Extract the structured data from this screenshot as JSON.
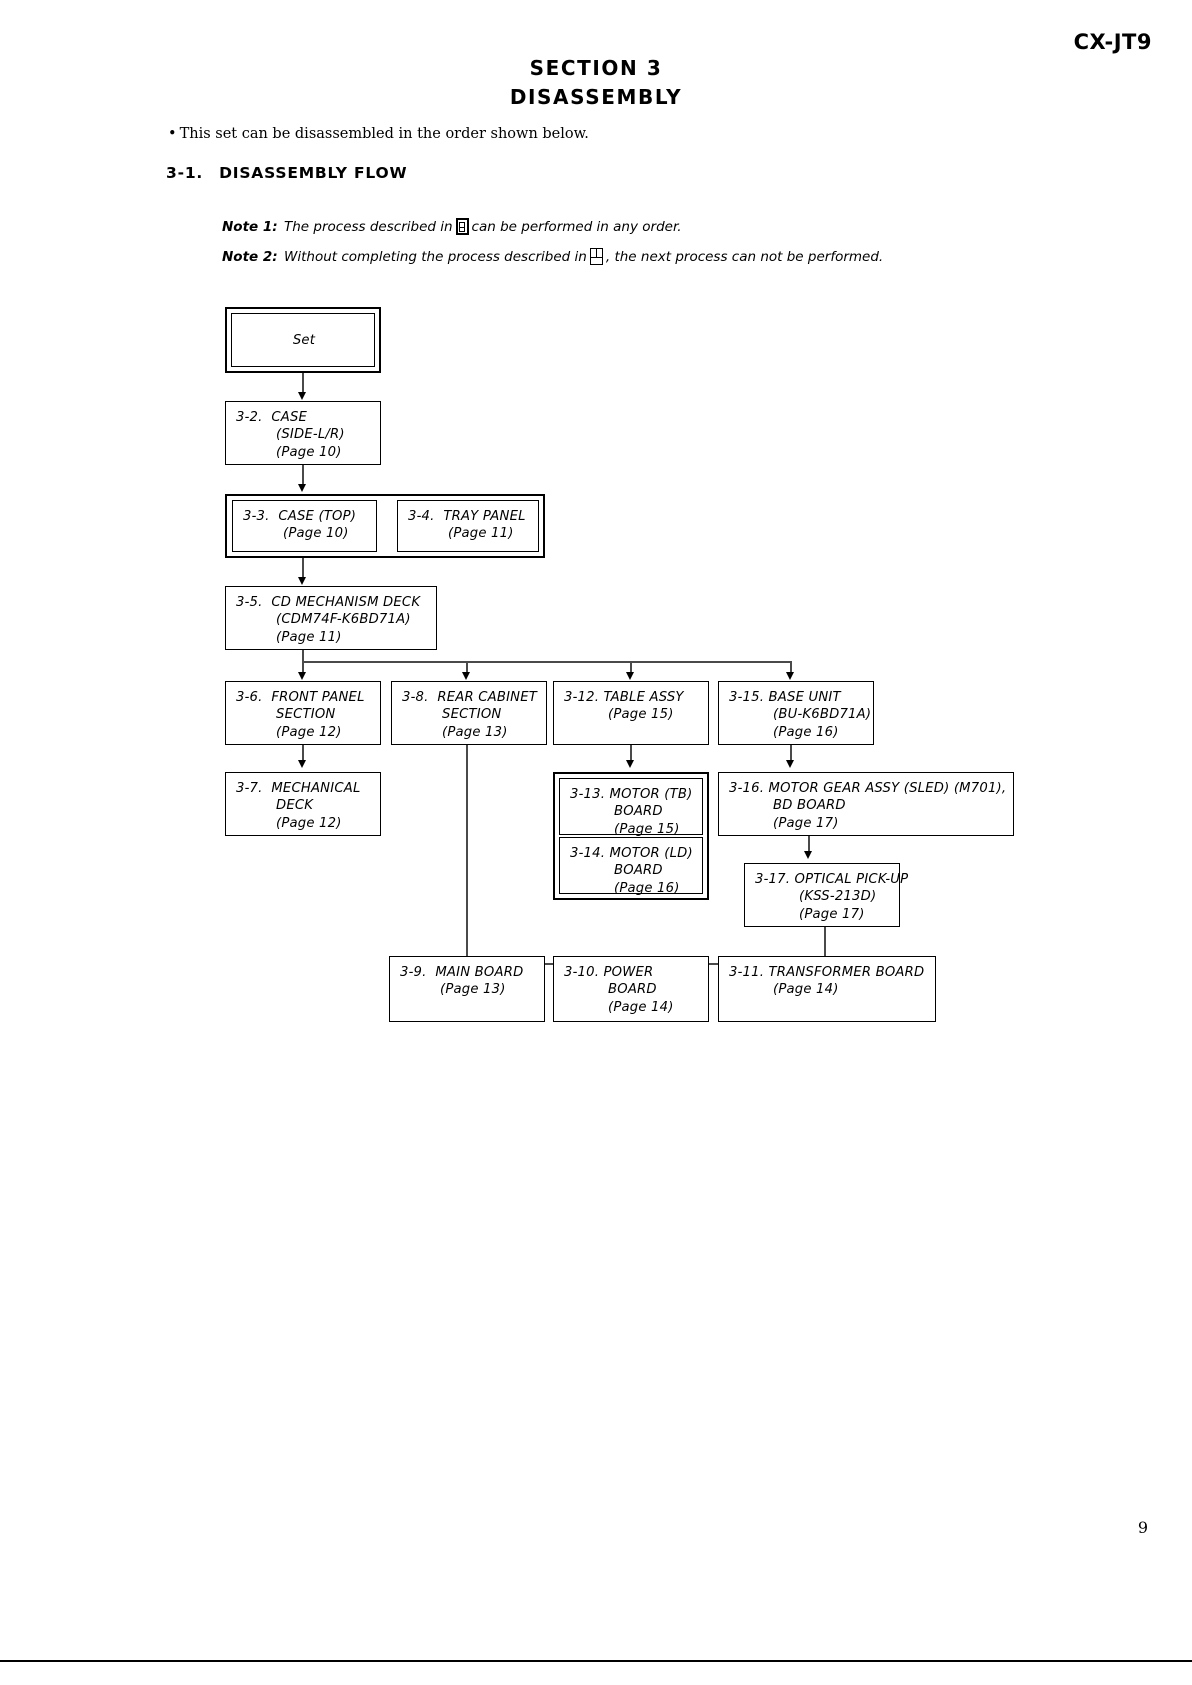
{
  "header": {
    "model_no": "CX-JT9",
    "section_line1": "SECTION 3",
    "section_line2": "DISASSEMBLY",
    "intro": "This set can be disassembled in the order shown below.",
    "subsection_number": "3-1.",
    "subsection_title": "DISASSEMBLY FLOW"
  },
  "notes": [
    {
      "label": "Note 1:",
      "text_before": "The process described in",
      "icon": "any-order-icon",
      "text_after": "can be performed in any order."
    },
    {
      "label": "Note 2:",
      "text_before": "Without completing the process described in",
      "icon": "sequential-icon",
      "text_after": ", the next process can not be performed."
    }
  ],
  "flow": {
    "set": {
      "title": "Set"
    },
    "n32": {
      "num": "3-2.",
      "name": "CASE",
      "detail": "(SIDE-L/R)",
      "page": "(Page 10)"
    },
    "n33": {
      "num": "3-3.",
      "name": "CASE (TOP)",
      "page": "(Page 10)"
    },
    "n34": {
      "num": "3-4.",
      "name": "TRAY PANEL",
      "page": "(Page 11)"
    },
    "n35": {
      "num": "3-5.",
      "name": "CD MECHANISM DECK",
      "detail": "(CDM74F-K6BD71A)",
      "page": "(Page 11)"
    },
    "n36": {
      "num": "3-6.",
      "name": "FRONT PANEL",
      "detail": "SECTION",
      "page": "(Page 12)"
    },
    "n37": {
      "num": "3-7.",
      "name": "MECHANICAL",
      "detail": "DECK",
      "page": "(Page 12)"
    },
    "n38": {
      "num": "3-8.",
      "name": "REAR CABINET",
      "detail": "SECTION",
      "page": "(Page 13)"
    },
    "n39": {
      "num": "3-9.",
      "name": "MAIN BOARD",
      "page": "(Page 13)"
    },
    "n310": {
      "num": "3-10.",
      "name": "POWER",
      "detail": "BOARD",
      "page": "(Page 14)"
    },
    "n311": {
      "num": "3-11.",
      "name": "TRANSFORMER BOARD",
      "page": "(Page 14)"
    },
    "n312": {
      "num": "3-12.",
      "name": "TABLE ASSY",
      "page": "(Page 15)"
    },
    "n313": {
      "num": "3-13.",
      "name": "MOTOR (TB)",
      "detail": "BOARD",
      "page": "(Page 15)"
    },
    "n314": {
      "num": "3-14.",
      "name": "MOTOR (LD)",
      "detail": "BOARD",
      "page": "(Page 16)"
    },
    "n315": {
      "num": "3-15.",
      "name": "BASE UNIT",
      "detail": "(BU-K6BD71A)",
      "page": "(Page 16)"
    },
    "n316": {
      "num": "3-16.",
      "name": "MOTOR GEAR ASSY (SLED) (M701),",
      "detail": "BD BOARD",
      "page": "(Page 17)"
    },
    "n317": {
      "num": "3-17.",
      "name": "OPTICAL PICK-UP",
      "detail": "(KSS-213D)",
      "page": "(Page 17)"
    }
  },
  "footer": {
    "page_number": "9"
  }
}
